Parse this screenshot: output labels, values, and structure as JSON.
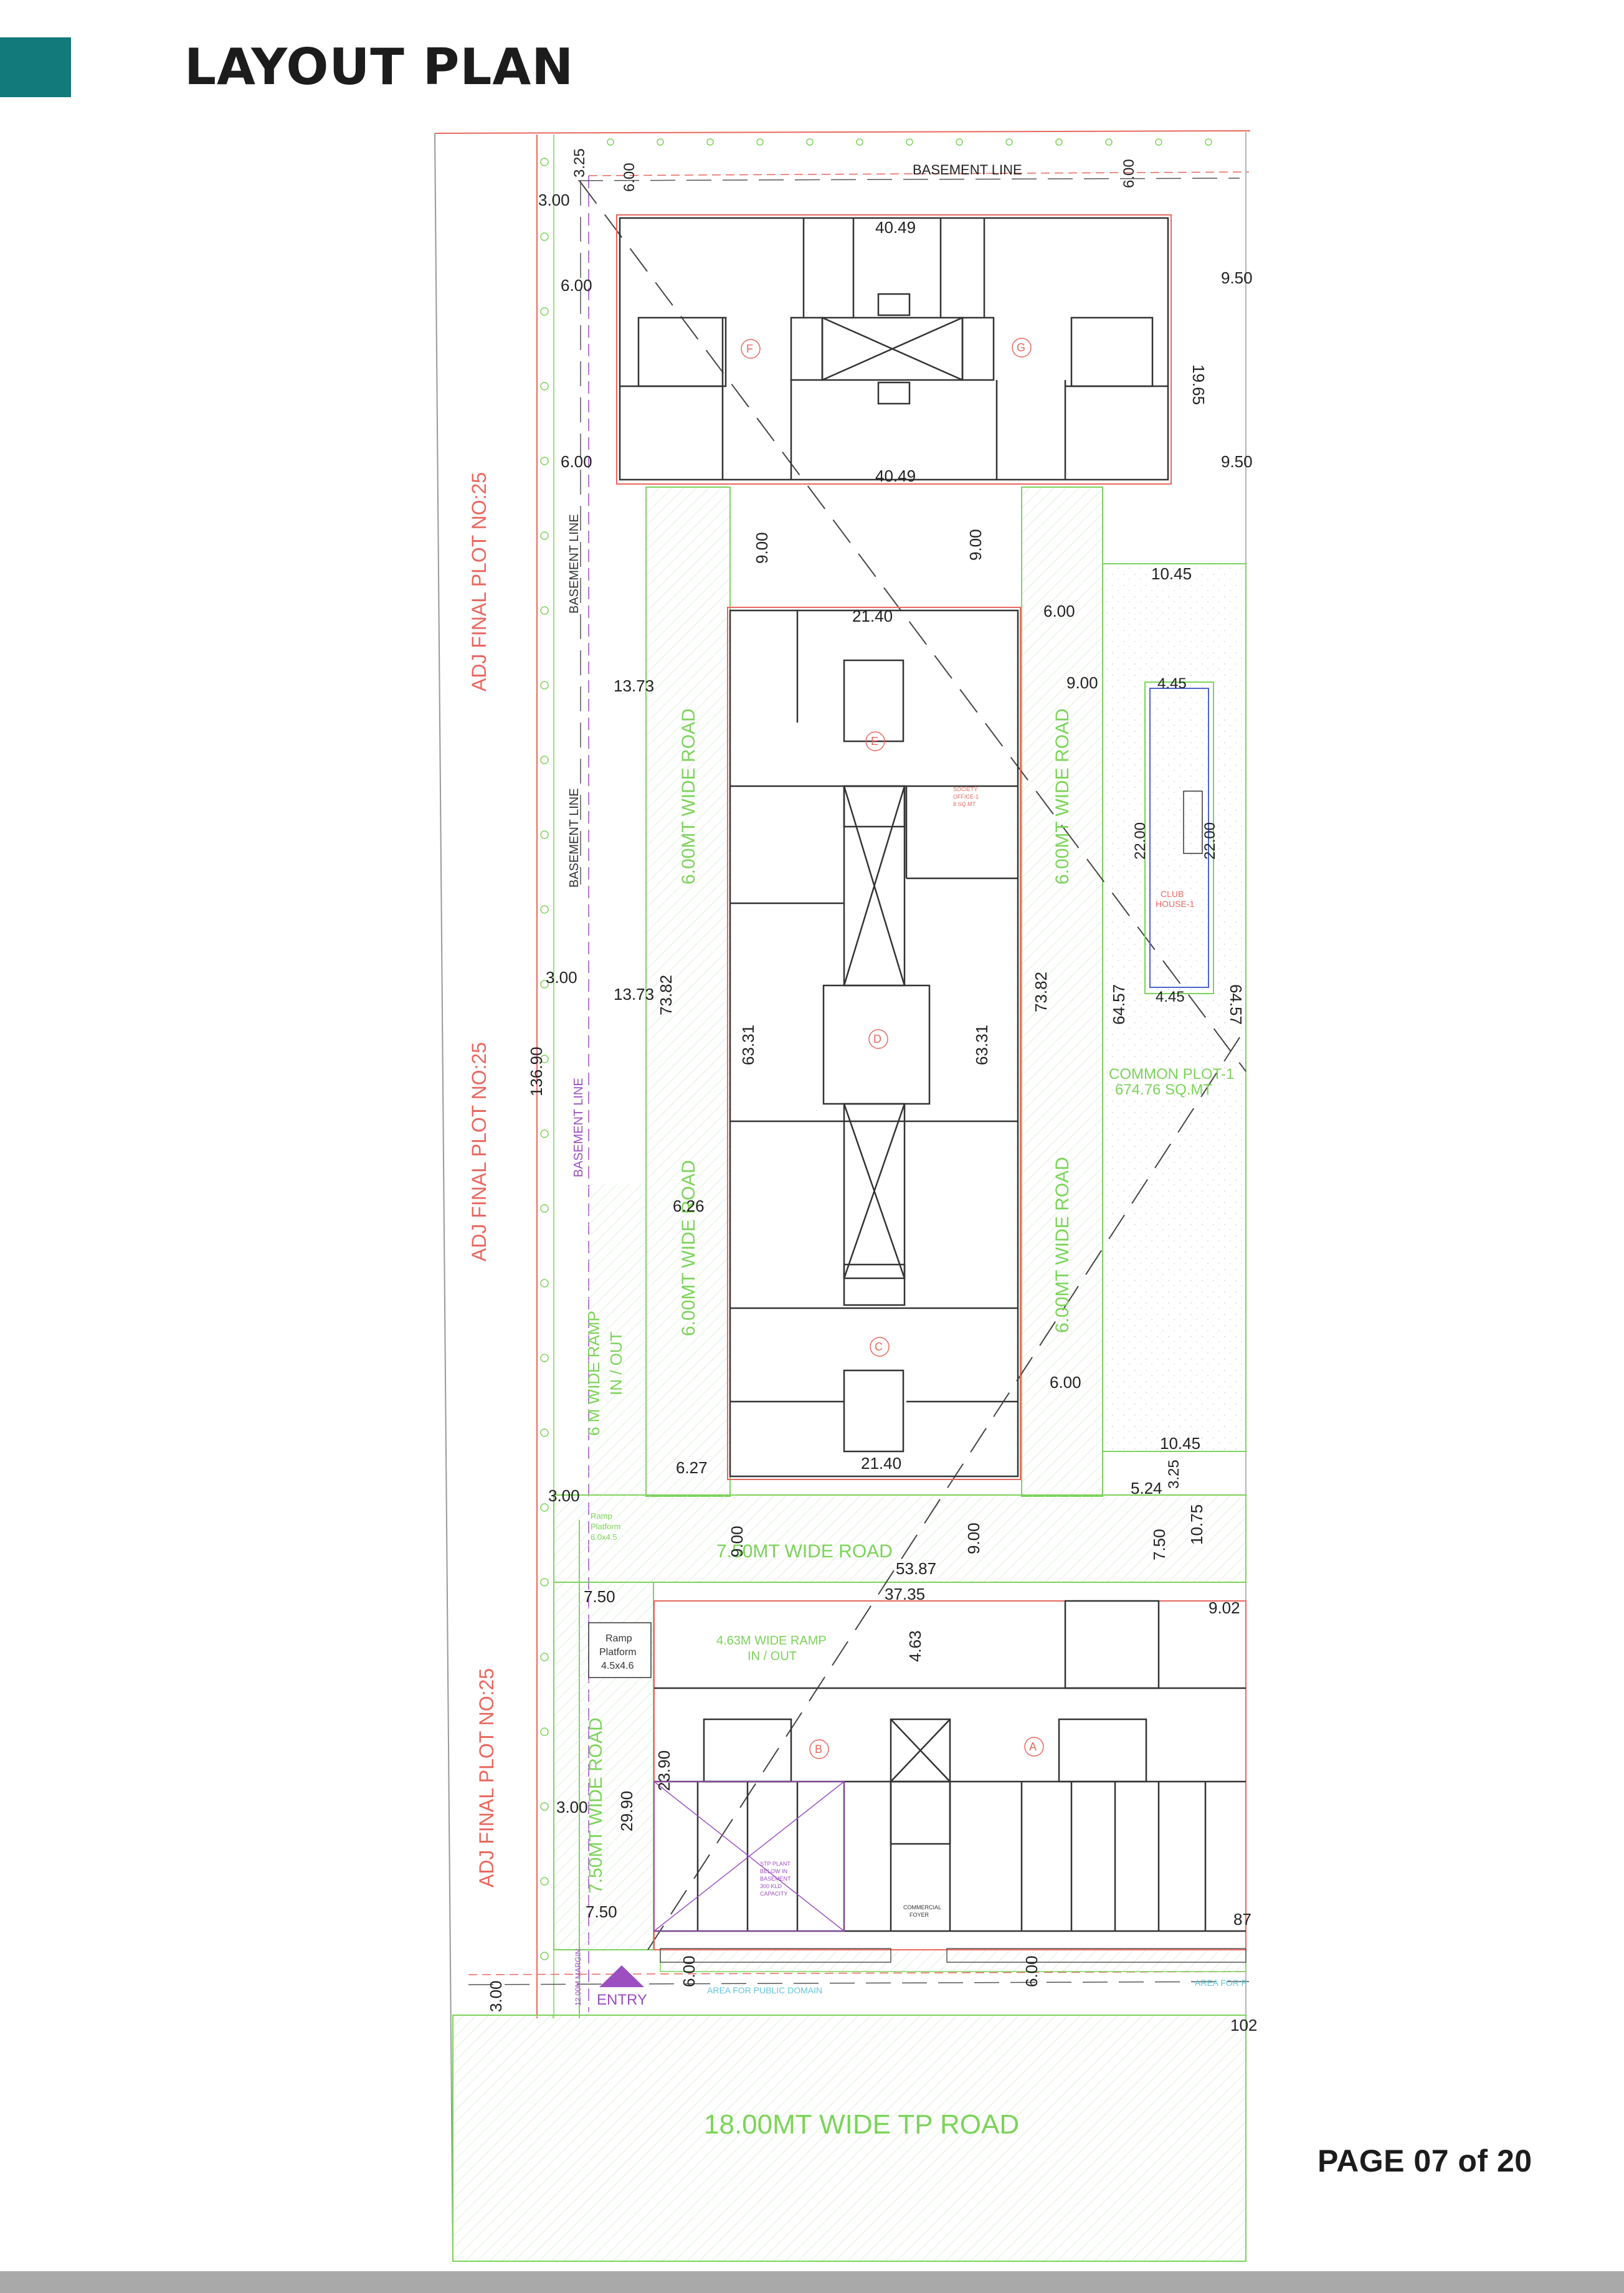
{
  "header": {
    "title": "LAYOUT PLAN",
    "accent_color": "#127a7a"
  },
  "footer": {
    "page_label": "PAGE 07 of 20"
  },
  "colors": {
    "boundary": "#e8675f",
    "road_text": "#7cd35a",
    "wall": "#333333",
    "dim_text": "#222222",
    "basement_purple": "#9b4fc0"
  },
  "plan": {
    "adjacent_plot_labels": [
      "ADJ FINAL PLOT NO:25",
      "ADJ FINAL PLOT NO:25",
      "ADJ FINAL PLOT NO:25"
    ],
    "basement_line_labels": [
      "BASEMENT LINE",
      "BASEMENT LINE",
      "BASEMENT LINE",
      "BASEMENT LINE"
    ],
    "roads": {
      "left_upper": "6.00MT WIDE  ROAD",
      "left_lower": "6.00MT WIDE ROAD",
      "right_upper": "6.00MT WIDE  ROAD",
      "right_lower": "6.00MT WIDE  ROAD",
      "cross": "7.50MT WIDE  ROAD",
      "left_bottom": "7.50MT WIDE  ROAD",
      "tp_road": "18.00MT WIDE  TP ROAD"
    },
    "ramps": {
      "ramp_in_out_a": "6 M WIDE RAMP",
      "ramp_in_out_b": "IN / OUT",
      "ramp_platform_upper": [
        "Ramp",
        "Platform",
        "6.0x4.5"
      ],
      "ramp_platform_lower": [
        "Ramp",
        "Platform",
        "4.5x4.6"
      ],
      "ramp_463_a": "4.63M WIDE RAMP",
      "ramp_463_b": "IN / OUT"
    },
    "common_plot": {
      "name": "COMMON PLOT-1",
      "area": "674.76 SQ.MT"
    },
    "club_house": {
      "line1": "CLUB",
      "line2": "HOUSE-1"
    },
    "society_office": [
      "SOCIETY",
      "OFFICE-1",
      "8 SQ.MT"
    ],
    "entry_label": "ENTRY",
    "public_domain": [
      "AREA FOR PUBLIC DOMAIN",
      "AREA FOR P"
    ],
    "commercial_foyer": [
      "COMMERCIAL",
      "FOYER"
    ],
    "str_note": [
      "STP PLANT",
      "BELOW IN",
      "BASEMENT",
      "300 KLD",
      "CAPACITY"
    ],
    "block_labels": [
      "F",
      "G",
      "E",
      "D",
      "C",
      "B",
      "A"
    ],
    "dimensions": {
      "d_325": "3.25",
      "d_600_top_a": "6.00",
      "basement_top": "BASEMENT LINE",
      "d_600_top_b": "6.00",
      "d_300_a": "3.00",
      "d_4049_top": "40.49",
      "d_600_b": "6.00",
      "d_950_a": "9.50",
      "d_1965": "19.65",
      "d_600_c": "6.00",
      "d_4049_bot": "40.49",
      "d_950_b": "9.50",
      "d_900_a": "9.00",
      "d_900_b": "9.00",
      "d_1045_a": "10.45",
      "d_2140_top": "21.40",
      "d_600_d": "6.00",
      "d_1373_a": "13.73",
      "d_900_c": "9.00",
      "d_445_a": "4.45",
      "d_2200_a": "22.00",
      "d_2200_b": "22.00",
      "d_300_b": "3.00",
      "d_1373_b": "13.73",
      "d_7382_a": "73.82",
      "d_7382_b": "73.82",
      "d_445_b": "4.45",
      "d_6457_a": "64.57",
      "d_6457_b": "64.57",
      "d_13690": "136.90",
      "d_6331_a": "63.31",
      "d_6331_b": "63.31",
      "d_626": "6.26",
      "d_600_e": "6.00",
      "d_1045_b": "10.45",
      "d_627": "6.27",
      "d_2140_bot": "21.40",
      "d_524": "5.24",
      "d_325_b": "3.25",
      "d_1075": "10.75",
      "d_300_c": "3.00",
      "d_900_d": "9.00",
      "d_900_e": "9.00",
      "d_5387": "53.87",
      "d_750_a": "7.50",
      "d_750_b": "7.50",
      "d_3735": "37.35",
      "d_902": "9.02",
      "d_463": "4.63",
      "d_2390": "23.90",
      "d_300_d": "3.00",
      "d_2990": "29.90",
      "d_750_c": "7.50",
      "d_87": "87",
      "d_300_e": "3.00",
      "d_600_f": "6.00",
      "d_600_g": "6.00",
      "d_102": "102",
      "d_1200_margin": "12.00M MARGIN"
    }
  }
}
